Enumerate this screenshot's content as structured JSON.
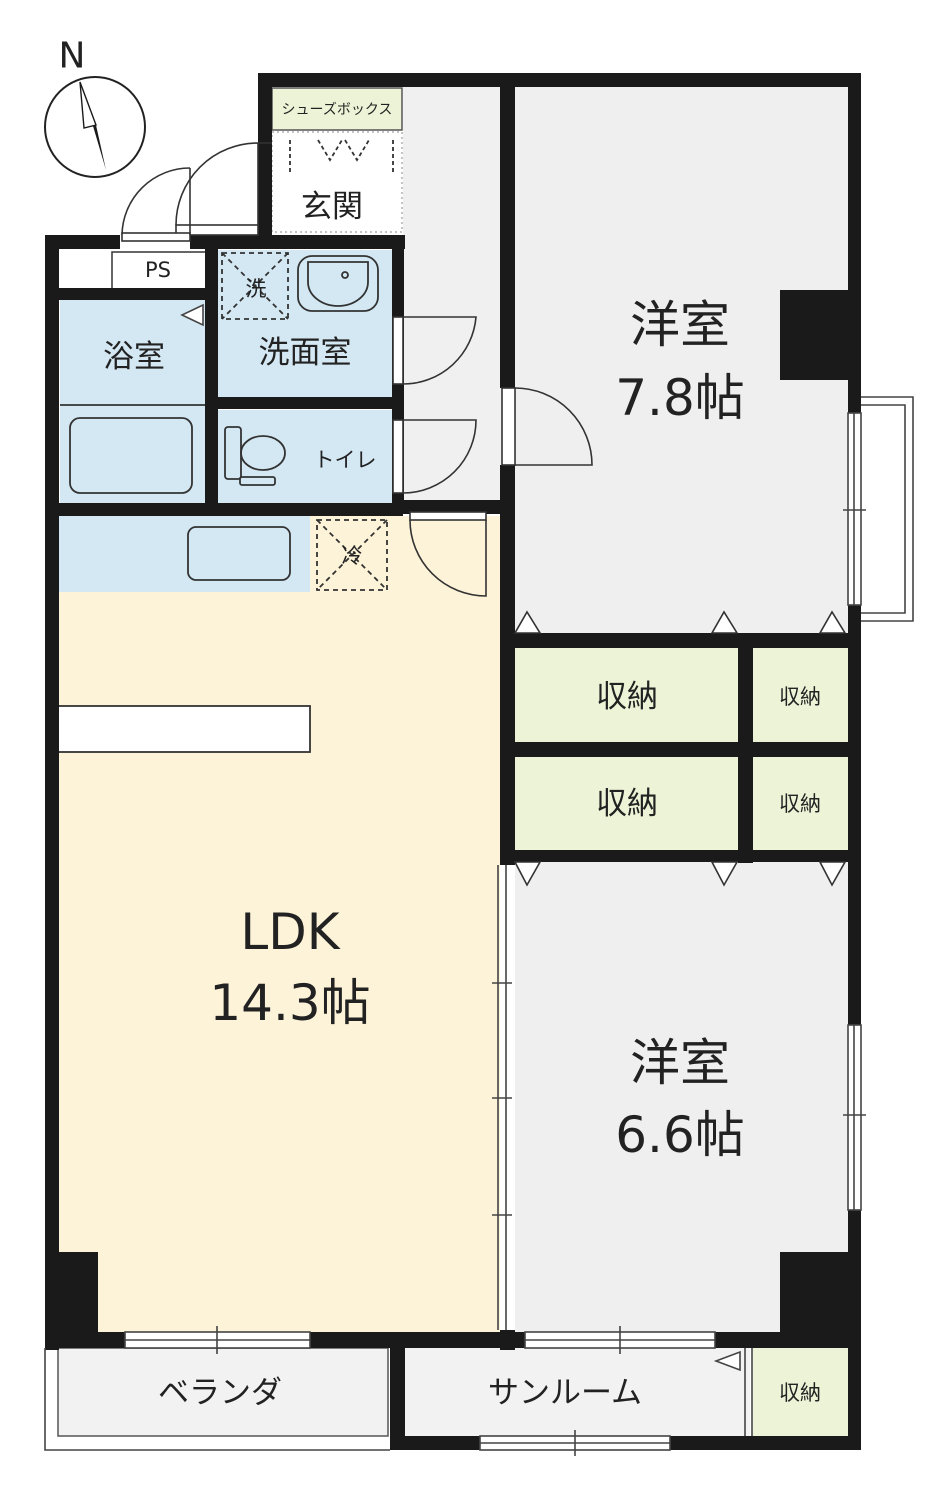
{
  "compass": {
    "north_label": "N"
  },
  "rooms": {
    "western_room_1": {
      "name": "洋室",
      "size": "7.8帖"
    },
    "western_room_2": {
      "name": "洋室",
      "size": "6.6帖"
    },
    "ldk": {
      "name": "LDK",
      "size": "14.3帖"
    },
    "bathroom": "浴室",
    "washroom": "洗面室",
    "toilet": "トイレ",
    "entrance": "玄関",
    "shoe_box": "シューズボックス",
    "pipe_space": "PS",
    "washer_space": "洗",
    "fridge_space": "冷",
    "veranda": "ベランダ",
    "sunroom": "サンルーム",
    "storage_1": "収納",
    "storage_2": "収納",
    "storage_3": "収納",
    "storage_4": "収納",
    "storage_5": "収納"
  },
  "colors": {
    "wall": "#1a1a1a",
    "western_floor": "#efefef",
    "ldk_floor": "#fdf3d8",
    "wet_area": "#d4e8f3",
    "storage": "#edf3d6",
    "outdoor": "#f2f2f2",
    "hall": "#f0f0f0"
  }
}
